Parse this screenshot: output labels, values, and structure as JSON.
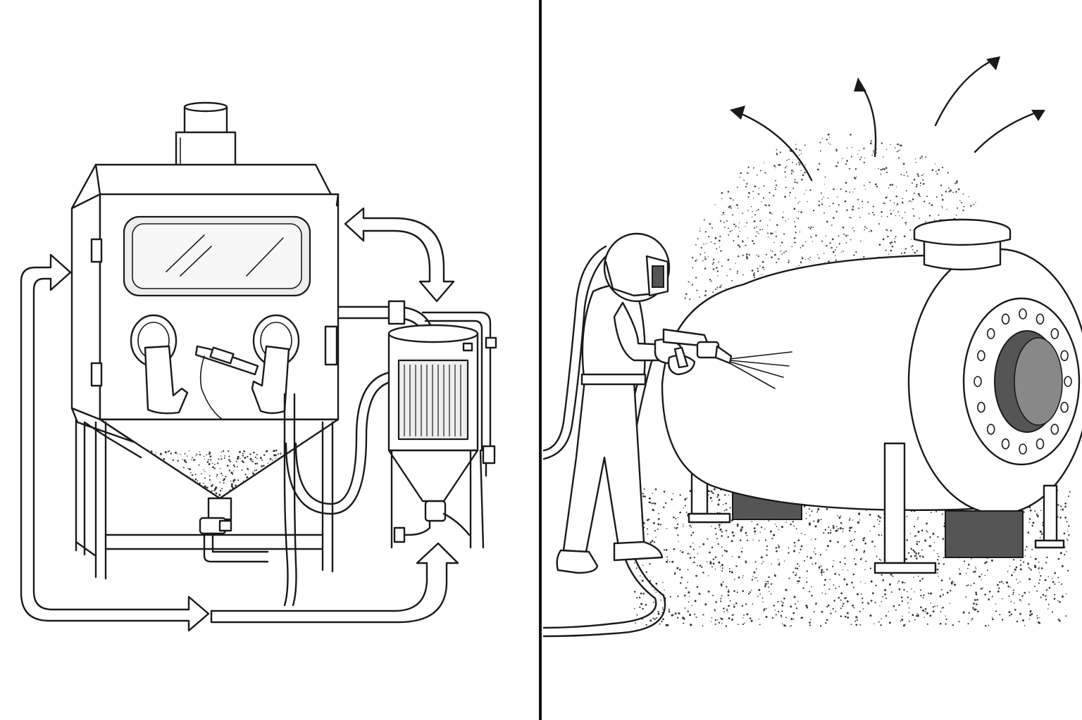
{
  "figure": {
    "panels": [
      {
        "id": "left",
        "subject": "enclosed-blast-cabinet-with-recovery-loop"
      },
      {
        "id": "right",
        "subject": "open-air-blasting-of-pressure-vessel"
      }
    ],
    "colors": {
      "ink": "#1a1a1a",
      "paper": "#ffffff",
      "shade": "#555555",
      "light_shade": "#eeeeee"
    }
  }
}
